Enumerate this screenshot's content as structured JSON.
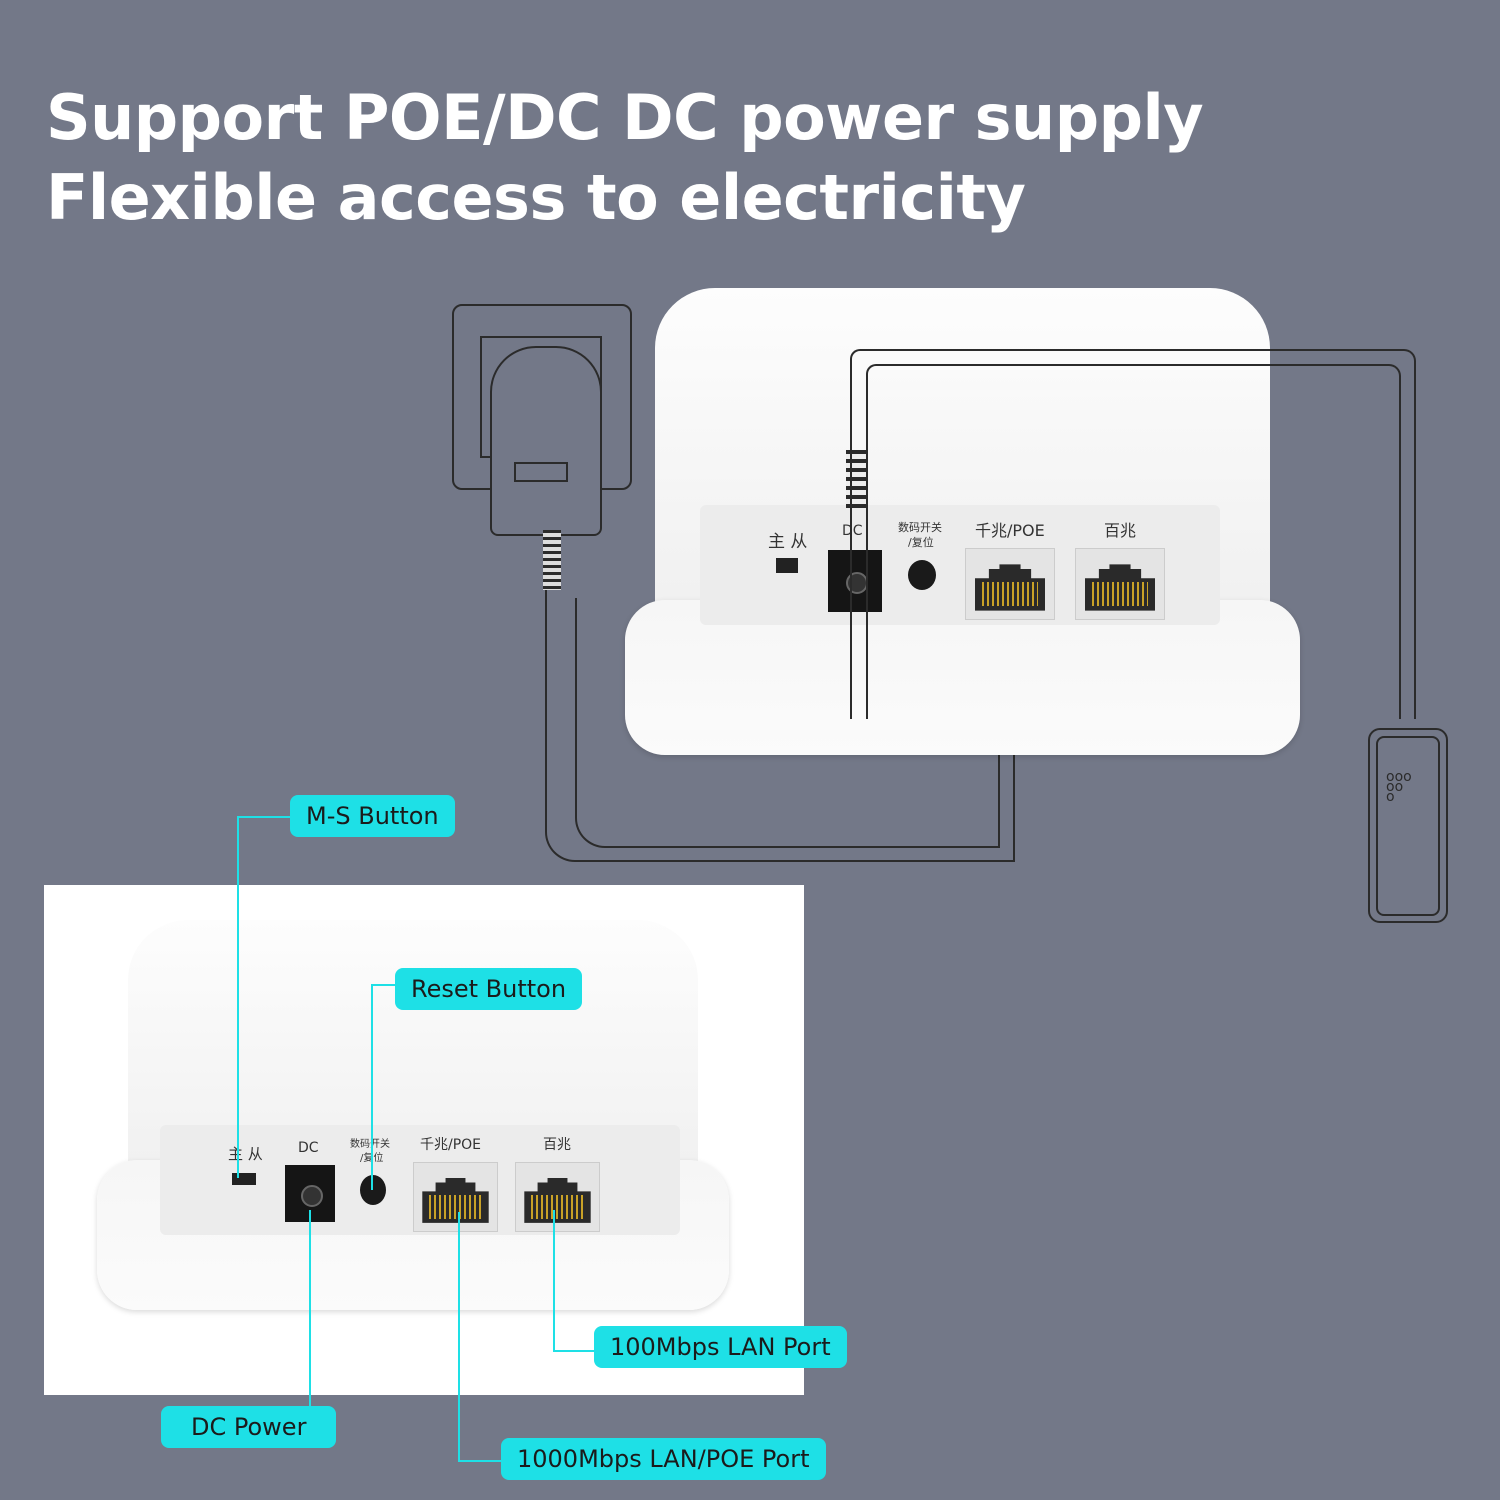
{
  "title": "Support POE/DC DC power supply Flexible access to electricity",
  "device_labels": {
    "ms": "主 从",
    "dc": "DC",
    "reset_line1": "数码开关",
    "reset_line2": "/复位",
    "gigabit_poe": "千兆/POE",
    "fast": "百兆"
  },
  "callouts": {
    "ms_button": "M-S Button",
    "reset_button": "Reset Button",
    "lan100": "100Mbps LAN Port",
    "dc_power": "DC Power",
    "lan1000_poe": "1000Mbps LAN/POE Port"
  },
  "colors": {
    "background": "#737888",
    "callout": "#1ee0e6"
  }
}
